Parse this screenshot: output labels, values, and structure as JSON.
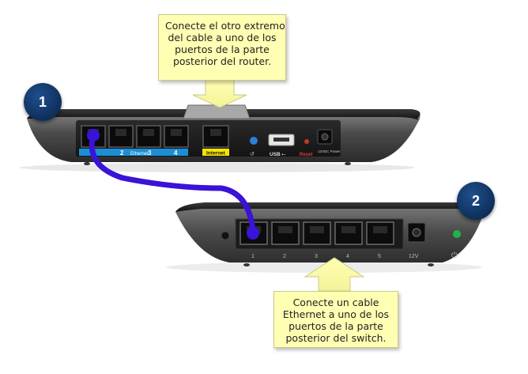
{
  "callout_top": {
    "lines": [
      "Conecte el otro extremo",
      "del cable a uno de los",
      "puertos de la parte",
      "posterior del router."
    ]
  },
  "callout_bottom": {
    "lines": [
      "Conecte un cable",
      "Ethernet a uno de los",
      "puertos de la parte",
      "posterior del switch."
    ]
  },
  "steps": [
    "1",
    "2"
  ],
  "router_labels": {
    "ethernet_ports": [
      "2",
      "3",
      "4"
    ],
    "ethernet": "Ethernet",
    "internet": "Internet",
    "usb": "USB",
    "reset": "Reset",
    "power": "12VDC Power"
  },
  "switch_labels": {
    "ports": [
      "1",
      "2",
      "3",
      "4",
      "5"
    ],
    "power": "12V"
  },
  "colors": {
    "callout_bg": "#ffffb3",
    "step_circle": "#0e2f5a",
    "cable": "#3a12d8",
    "ethernet_strip": "#1a8fd6",
    "internet_strip": "#f5e400"
  },
  "icons": {
    "arrow_top": "arrow-down",
    "arrow_bottom": "arrow-up",
    "usb": "usb-icon",
    "wps": "wps-icon",
    "power": "power-icon"
  }
}
